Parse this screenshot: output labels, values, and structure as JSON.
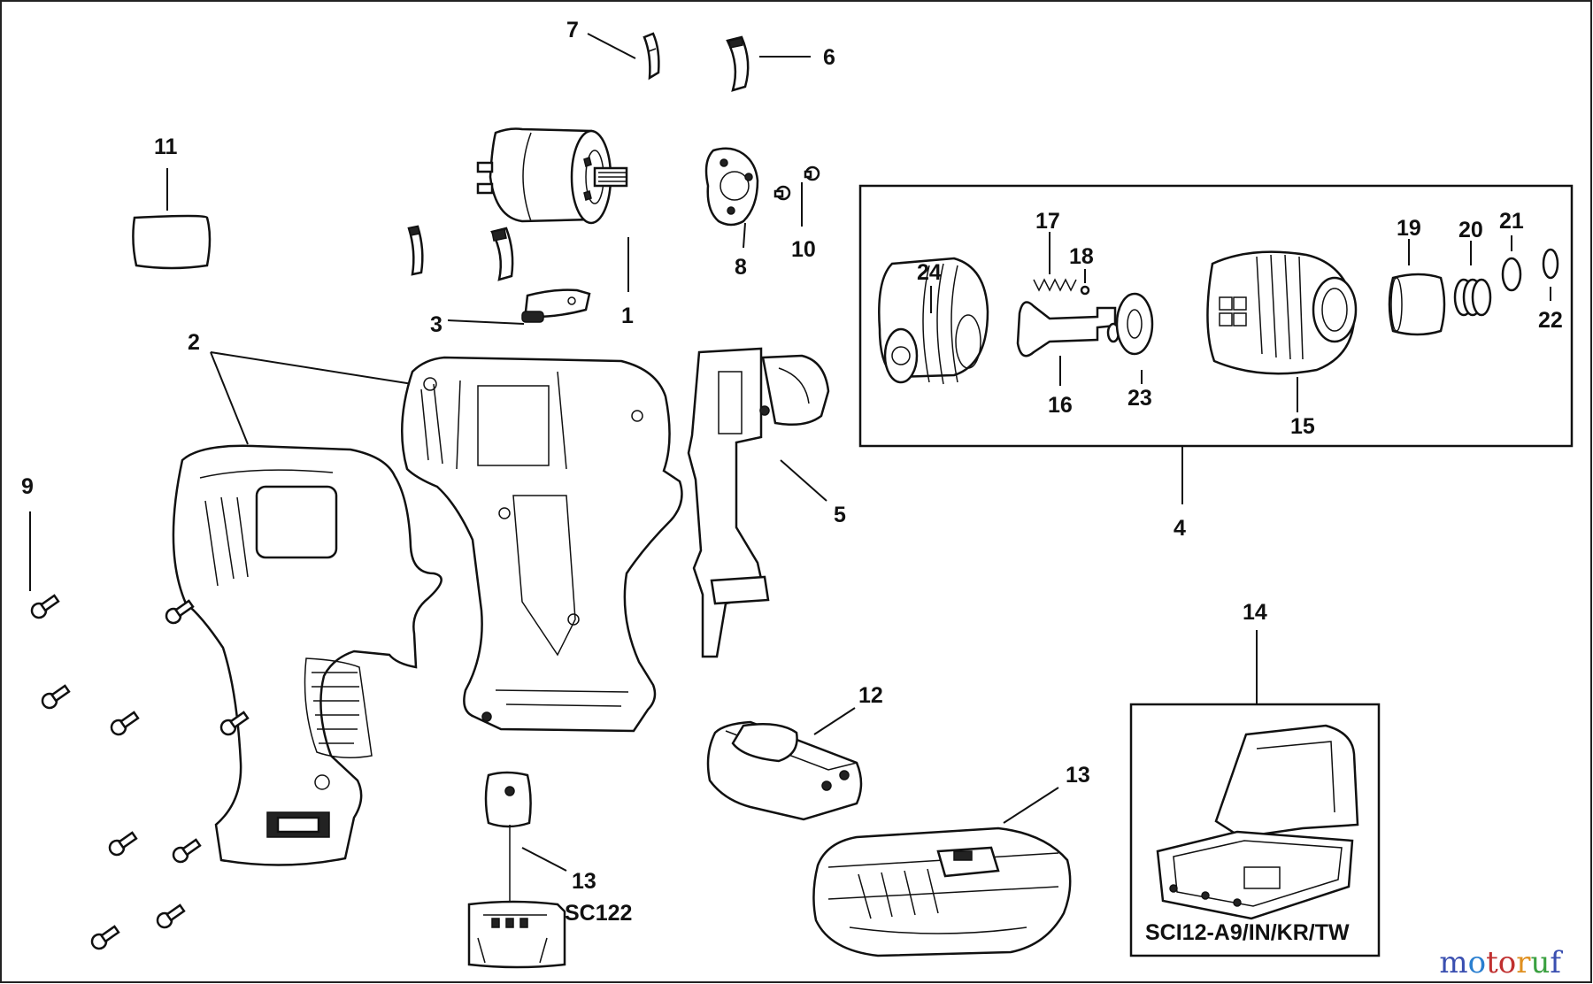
{
  "diagram": {
    "callouts": {
      "c1": "1",
      "c2": "2",
      "c3": "3",
      "c4": "4",
      "c5": "5",
      "c6": "6",
      "c7": "7",
      "c8": "8",
      "c9": "9",
      "c10": "10",
      "c11": "11",
      "c12": "12",
      "c13a": "13",
      "c13b": "13",
      "c14": "14",
      "c15": "15",
      "c16": "16",
      "c17": "17",
      "c18": "18",
      "c19": "19",
      "c20": "20",
      "c21": "21",
      "c22": "22",
      "c23": "23",
      "c24": "24"
    },
    "charger_model": "SC122",
    "case_model": "SCI12-A9/IN/KR/TW"
  },
  "watermark": {
    "text": "motoruf",
    "colors": [
      "#3a4fb0",
      "#2a7fd0",
      "#c03030",
      "#c03030",
      "#e09020",
      "#3aa040",
      "#3a4fb0"
    ]
  }
}
